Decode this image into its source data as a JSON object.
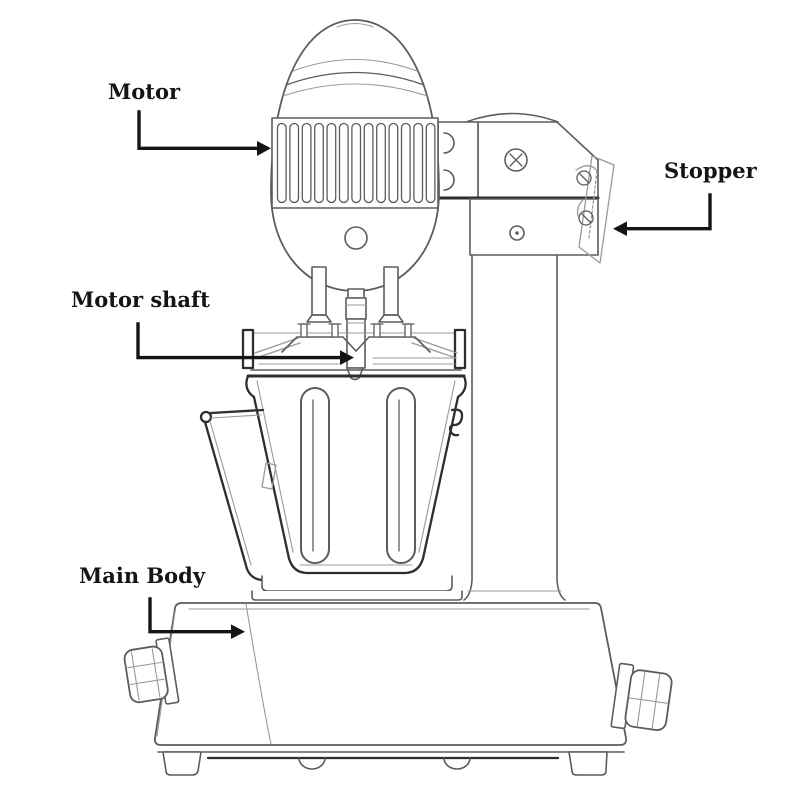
{
  "diagram": {
    "subject": "Drink mixer / blender labeled parts line drawing",
    "labels": {
      "motor": "Motor",
      "stopper": "Stopper",
      "motor_shaft": "Motor shaft",
      "main_body": "Main Body"
    },
    "colors": {
      "background": "#ffffff",
      "line": "#5b5c5e",
      "dark_line": "#2e2e30",
      "light_line": "#9a9a9e",
      "ink": "#151515"
    }
  }
}
